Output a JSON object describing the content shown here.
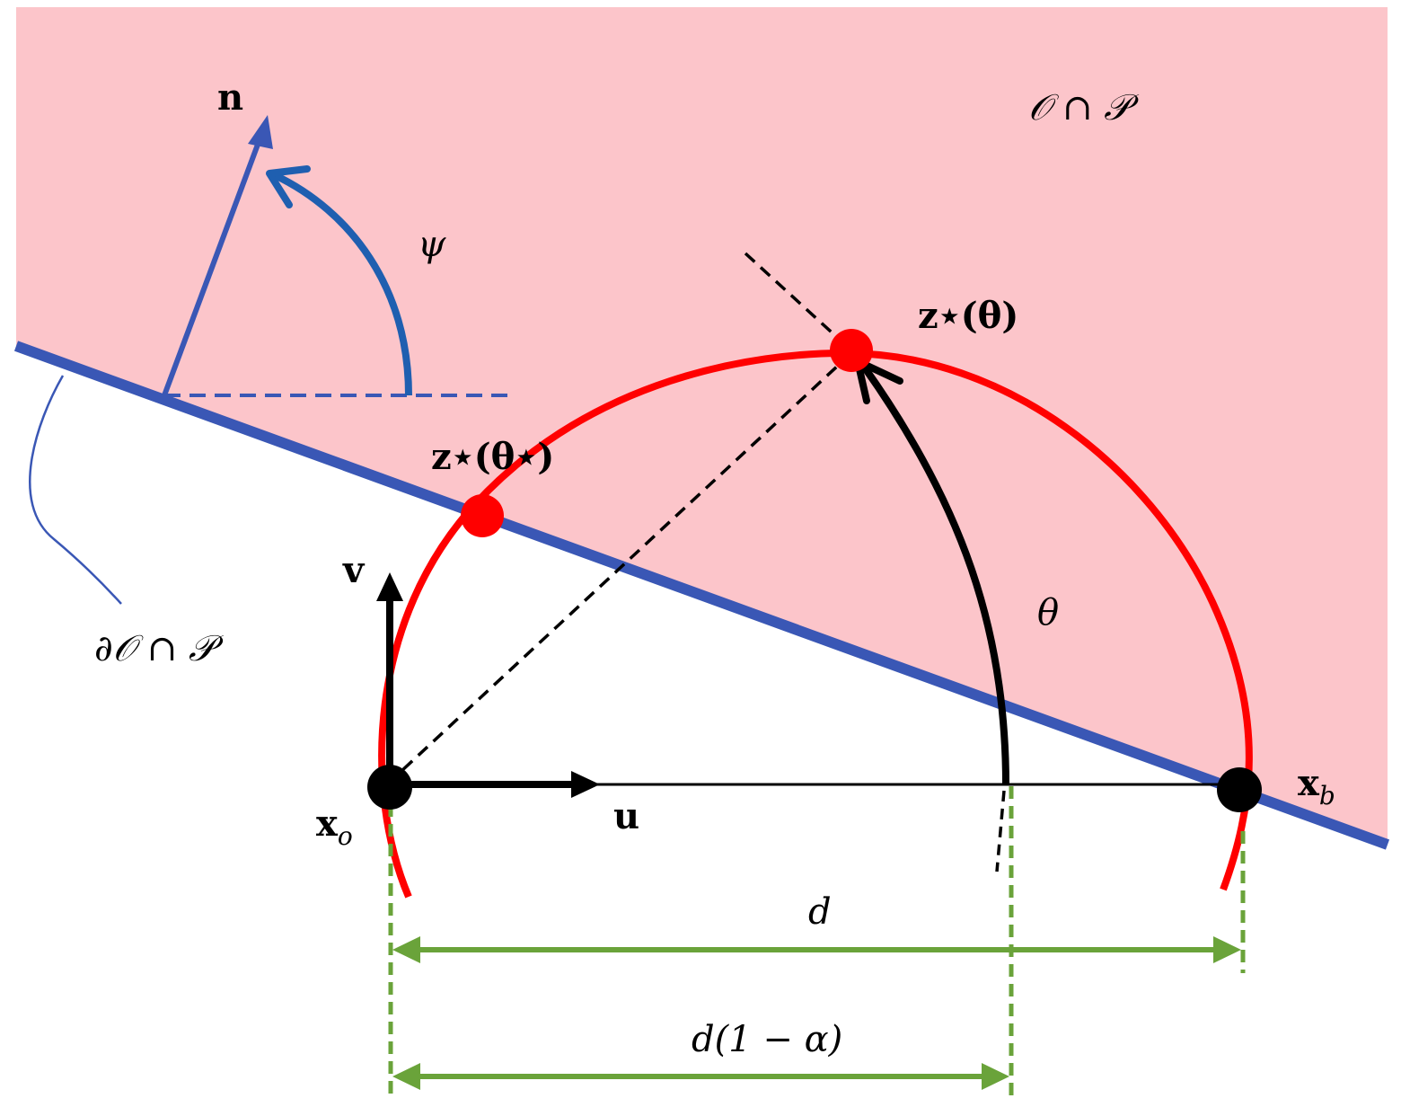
{
  "colors": {
    "region_fill": "#fcc5ca",
    "boundary": "#3a57b5",
    "arc": "#ff0000",
    "point_red": "#ff0000",
    "point_black": "#000000",
    "dimension": "#6aa33a",
    "psi_arc": "#1f5fb0",
    "annot": "#000000"
  },
  "labels": {
    "region": "𝒪 ∩ 𝒫",
    "boundary": "∂𝒪 ∩ 𝒫",
    "normal": "n",
    "psi": "ψ",
    "theta": "θ",
    "z_theta": "z⋆(θ)",
    "z_theta_star": "z⋆(θ⋆)",
    "v": "v",
    "u": "u",
    "xo_main": "x",
    "xo_sub": "o",
    "xb_main": "x",
    "xb_sub": "b",
    "d": "d",
    "d_alpha": "d(1 − α)"
  },
  "icons": {
    "origin": "black-dot-icon",
    "endpoint": "black-dot-icon",
    "intersection": "red-dot-icon"
  }
}
